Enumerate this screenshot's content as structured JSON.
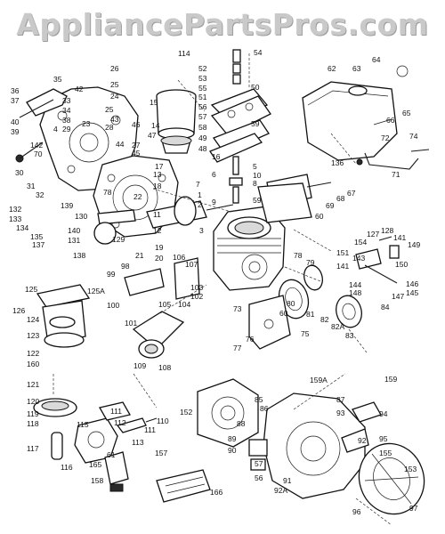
{
  "watermark": {
    "text": "AppliancePartsPros.com"
  },
  "callouts": [
    {
      "id": "114",
      "text": "114"
    },
    {
      "id": "54",
      "text": "54"
    },
    {
      "id": "26",
      "text": "26"
    },
    {
      "id": "25a",
      "text": "25"
    },
    {
      "id": "24",
      "text": "24"
    },
    {
      "id": "35",
      "text": "35"
    },
    {
      "id": "36",
      "text": "36"
    },
    {
      "id": "37",
      "text": "37"
    },
    {
      "id": "42",
      "text": "42"
    },
    {
      "id": "33",
      "text": "33"
    },
    {
      "id": "34",
      "text": "34"
    },
    {
      "id": "38",
      "text": "38"
    },
    {
      "id": "29",
      "text": "29"
    },
    {
      "id": "23",
      "text": "23"
    },
    {
      "id": "25b",
      "text": "25"
    },
    {
      "id": "43",
      "text": "43"
    },
    {
      "id": "28",
      "text": "28"
    },
    {
      "id": "40",
      "text": "40"
    },
    {
      "id": "39",
      "text": "39"
    },
    {
      "id": "4",
      "text": "4"
    },
    {
      "id": "142",
      "text": "142"
    },
    {
      "id": "70",
      "text": "70"
    },
    {
      "id": "30",
      "text": "30"
    },
    {
      "id": "44",
      "text": "44"
    },
    {
      "id": "46",
      "text": "46"
    },
    {
      "id": "15",
      "text": "15"
    },
    {
      "id": "14",
      "text": "14"
    },
    {
      "id": "47",
      "text": "47"
    },
    {
      "id": "27",
      "text": "27"
    },
    {
      "id": "45",
      "text": "45"
    },
    {
      "id": "52",
      "text": "52"
    },
    {
      "id": "53",
      "text": "53"
    },
    {
      "id": "55",
      "text": "55"
    },
    {
      "id": "51",
      "text": "51"
    },
    {
      "id": "50",
      "text": "50"
    },
    {
      "id": "56",
      "text": "56"
    },
    {
      "id": "57",
      "text": "57"
    },
    {
      "id": "58",
      "text": "58"
    },
    {
      "id": "59a",
      "text": "59"
    },
    {
      "id": "49",
      "text": "49"
    },
    {
      "id": "48",
      "text": "48"
    },
    {
      "id": "62",
      "text": "62"
    },
    {
      "id": "63",
      "text": "63"
    },
    {
      "id": "64",
      "text": "64"
    },
    {
      "id": "65",
      "text": "65"
    },
    {
      "id": "66",
      "text": "66"
    },
    {
      "id": "72",
      "text": "72"
    },
    {
      "id": "74",
      "text": "74"
    },
    {
      "id": "136",
      "text": "136"
    },
    {
      "id": "71",
      "text": "71"
    },
    {
      "id": "17",
      "text": "17"
    },
    {
      "id": "16",
      "text": "16"
    },
    {
      "id": "5",
      "text": "5"
    },
    {
      "id": "10",
      "text": "10"
    },
    {
      "id": "6",
      "text": "6"
    },
    {
      "id": "8",
      "text": "8"
    },
    {
      "id": "9",
      "text": "9"
    },
    {
      "id": "59b",
      "text": "59"
    },
    {
      "id": "67",
      "text": "67"
    },
    {
      "id": "68",
      "text": "68"
    },
    {
      "id": "69",
      "text": "69"
    },
    {
      "id": "60a",
      "text": "60"
    },
    {
      "id": "31",
      "text": "31"
    },
    {
      "id": "32",
      "text": "32"
    },
    {
      "id": "78a",
      "text": "78"
    },
    {
      "id": "132",
      "text": "132"
    },
    {
      "id": "133",
      "text": "133"
    },
    {
      "id": "134",
      "text": "134"
    },
    {
      "id": "135",
      "text": "135"
    },
    {
      "id": "137",
      "text": "137"
    },
    {
      "id": "139",
      "text": "139"
    },
    {
      "id": "130",
      "text": "130"
    },
    {
      "id": "140",
      "text": "140"
    },
    {
      "id": "131",
      "text": "131"
    },
    {
      "id": "138",
      "text": "138"
    },
    {
      "id": "129",
      "text": "129"
    },
    {
      "id": "22",
      "text": "22"
    },
    {
      "id": "13",
      "text": "13"
    },
    {
      "id": "18",
      "text": "18"
    },
    {
      "id": "7",
      "text": "7"
    },
    {
      "id": "1",
      "text": "1"
    },
    {
      "id": "2",
      "text": "2"
    },
    {
      "id": "11",
      "text": "11"
    },
    {
      "id": "12",
      "text": "12"
    },
    {
      "id": "3",
      "text": "3"
    },
    {
      "id": "21",
      "text": "21"
    },
    {
      "id": "19",
      "text": "19"
    },
    {
      "id": "20",
      "text": "20"
    },
    {
      "id": "106",
      "text": "106"
    },
    {
      "id": "107",
      "text": "107"
    },
    {
      "id": "98",
      "text": "98"
    },
    {
      "id": "99",
      "text": "99"
    },
    {
      "id": "103",
      "text": "103"
    },
    {
      "id": "102",
      "text": "102"
    },
    {
      "id": "105",
      "text": "105"
    },
    {
      "id": "104",
      "text": "104"
    },
    {
      "id": "100",
      "text": "100"
    },
    {
      "id": "101",
      "text": "101"
    },
    {
      "id": "109",
      "text": "109"
    },
    {
      "id": "108",
      "text": "108"
    },
    {
      "id": "125",
      "text": "125"
    },
    {
      "id": "125a",
      "text": "125A"
    },
    {
      "id": "126",
      "text": "126"
    },
    {
      "id": "124",
      "text": "124"
    },
    {
      "id": "123",
      "text": "123"
    },
    {
      "id": "122",
      "text": "122"
    },
    {
      "id": "160",
      "text": "160"
    },
    {
      "id": "121",
      "text": "121"
    },
    {
      "id": "120",
      "text": "120"
    },
    {
      "id": "119",
      "text": "119"
    },
    {
      "id": "118",
      "text": "118"
    },
    {
      "id": "115",
      "text": "115"
    },
    {
      "id": "117",
      "text": "117"
    },
    {
      "id": "116",
      "text": "116"
    },
    {
      "id": "165",
      "text": "165"
    },
    {
      "id": "111a",
      "text": "111"
    },
    {
      "id": "112",
      "text": "112"
    },
    {
      "id": "110",
      "text": "110"
    },
    {
      "id": "111b",
      "text": "111"
    },
    {
      "id": "113",
      "text": "113"
    },
    {
      "id": "61",
      "text": "61"
    },
    {
      "id": "157",
      "text": "157"
    },
    {
      "id": "158",
      "text": "158"
    },
    {
      "id": "166",
      "text": "166"
    },
    {
      "id": "78b",
      "text": "78"
    },
    {
      "id": "79",
      "text": "79"
    },
    {
      "id": "80",
      "text": "80"
    },
    {
      "id": "81",
      "text": "81"
    },
    {
      "id": "82",
      "text": "82"
    },
    {
      "id": "82a",
      "text": "82A"
    },
    {
      "id": "84",
      "text": "84"
    },
    {
      "id": "83",
      "text": "83"
    },
    {
      "id": "73",
      "text": "73"
    },
    {
      "id": "60b",
      "text": "60"
    },
    {
      "id": "76",
      "text": "76"
    },
    {
      "id": "77",
      "text": "77"
    },
    {
      "id": "75",
      "text": "75"
    },
    {
      "id": "154",
      "text": "154"
    },
    {
      "id": "127",
      "text": "127"
    },
    {
      "id": "128",
      "text": "128"
    },
    {
      "id": "141a",
      "text": "141"
    },
    {
      "id": "149",
      "text": "149"
    },
    {
      "id": "151",
      "text": "151"
    },
    {
      "id": "143",
      "text": "143"
    },
    {
      "id": "150",
      "text": "150"
    },
    {
      "id": "141b",
      "text": "141"
    },
    {
      "id": "146",
      "text": "146"
    },
    {
      "id": "144",
      "text": "144"
    },
    {
      "id": "148",
      "text": "148"
    },
    {
      "id": "147",
      "text": "147"
    },
    {
      "id": "145",
      "text": "145"
    },
    {
      "id": "159a",
      "text": "159A"
    },
    {
      "id": "159",
      "text": "159"
    },
    {
      "id": "152",
      "text": "152"
    },
    {
      "id": "85",
      "text": "85"
    },
    {
      "id": "86",
      "text": "86"
    },
    {
      "id": "87",
      "text": "87"
    },
    {
      "id": "93",
      "text": "93"
    },
    {
      "id": "94",
      "text": "94"
    },
    {
      "id": "88",
      "text": "88"
    },
    {
      "id": "89",
      "text": "89"
    },
    {
      "id": "90",
      "text": "90"
    },
    {
      "id": "57b",
      "text": "57"
    },
    {
      "id": "56b",
      "text": "56"
    },
    {
      "id": "92",
      "text": "92"
    },
    {
      "id": "95",
      "text": "95"
    },
    {
      "id": "91",
      "text": "91"
    },
    {
      "id": "92a",
      "text": "92A"
    },
    {
      "id": "155",
      "text": "155"
    },
    {
      "id": "153",
      "text": "153"
    },
    {
      "id": "96",
      "text": "96"
    },
    {
      "id": "97",
      "text": "97"
    }
  ]
}
